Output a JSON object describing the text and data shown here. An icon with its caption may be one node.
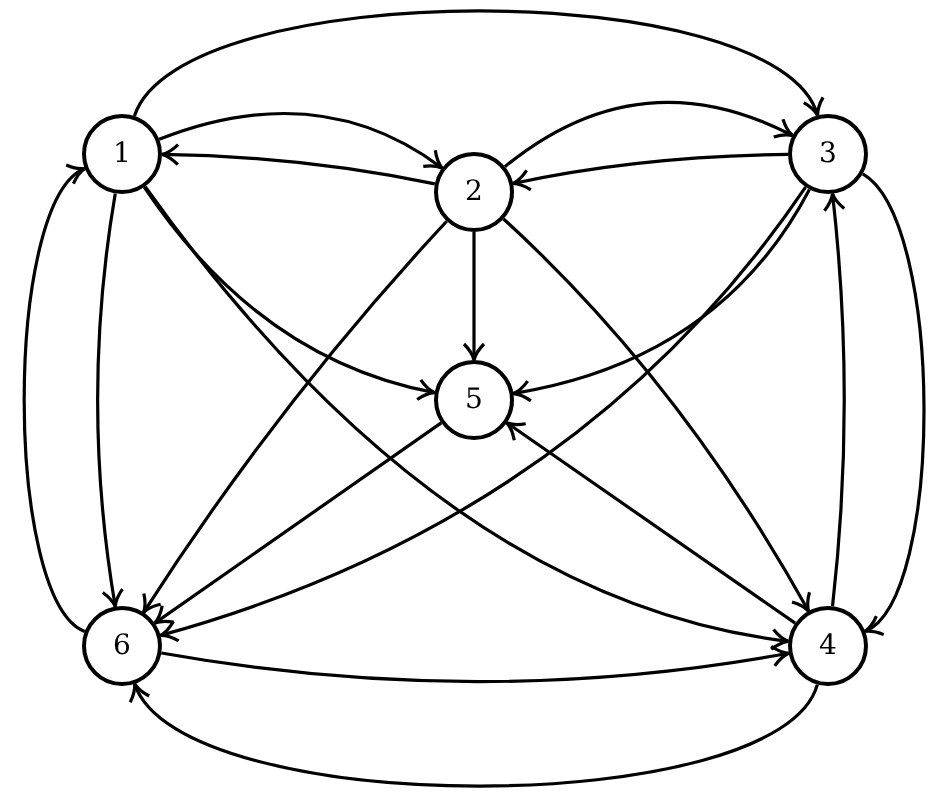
{
  "diagram": {
    "nodes": [
      {
        "text": [
          "1"
        ]
      },
      {
        "text": [
          "2"
        ]
      },
      {
        "text": [
          "3"
        ]
      },
      {
        "text": [
          "4"
        ]
      },
      {
        "text": [
          "5"
        ]
      },
      {
        "text": [
          "6"
        ]
      }
    ],
    "edges": [
      {
        "from": 0,
        "to": 2,
        "arrow": "to"
      },
      {
        "from": 0,
        "to": 1,
        "arrow": "to"
      },
      {
        "from": 1,
        "to": 0,
        "arrow": "to"
      },
      {
        "from": 1,
        "to": 2,
        "arrow": "to"
      },
      {
        "from": 2,
        "to": 1,
        "arrow": "to"
      },
      {
        "from": 0,
        "to": 4,
        "arrow": "to"
      },
      {
        "from": 0,
        "to": 3,
        "arrow": "to"
      },
      {
        "from": 1,
        "to": 4,
        "arrow": "to"
      },
      {
        "from": 1,
        "to": 5,
        "arrow": "to"
      },
      {
        "from": 1,
        "to": 3,
        "arrow": "to"
      },
      {
        "from": 2,
        "to": 4,
        "arrow": "to"
      },
      {
        "from": 2,
        "to": 5,
        "arrow": "to"
      },
      {
        "from": 4,
        "to": 5,
        "arrow": "to"
      },
      {
        "from": 3,
        "to": 4,
        "arrow": "to"
      },
      {
        "from": 3,
        "to": 2,
        "arrow": "to"
      },
      {
        "from": 2,
        "to": 3,
        "arrow": "to"
      },
      {
        "from": 5,
        "to": 0,
        "arrow": "to"
      },
      {
        "from": 0,
        "to": 5,
        "arrow": "to"
      },
      {
        "from": 5,
        "to": 3,
        "arrow": "to"
      },
      {
        "from": 3,
        "to": 5,
        "arrow": "to"
      }
    ]
  }
}
